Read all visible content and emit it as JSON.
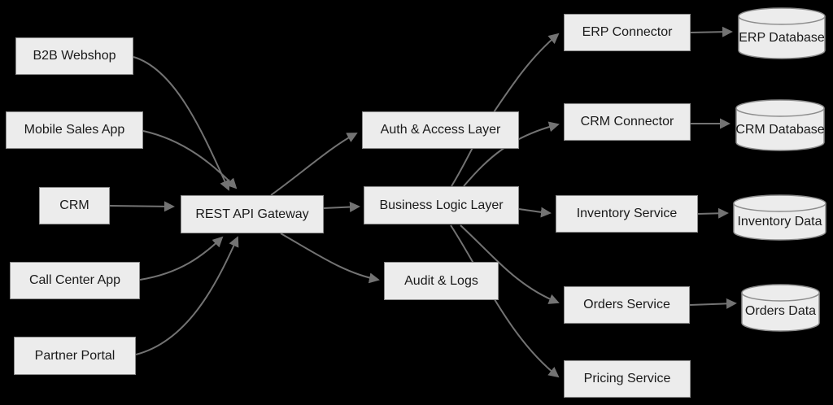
{
  "diagram": {
    "type": "flowchart",
    "direction": "LR",
    "colors": {
      "background": "#000000",
      "node_fill": "#ececec",
      "node_border": "#8c8c8c",
      "edge": "#737373",
      "text": "#1a1a1a"
    },
    "nodes": {
      "b2b_webshop": {
        "label": "B2B Webshop",
        "shape": "rectangle"
      },
      "mobile_sales_app": {
        "label": "Mobile Sales App",
        "shape": "rectangle"
      },
      "crm": {
        "label": "CRM",
        "shape": "rectangle"
      },
      "call_center_app": {
        "label": "Call Center App",
        "shape": "rectangle"
      },
      "partner_portal": {
        "label": "Partner Portal",
        "shape": "rectangle"
      },
      "rest_api_gateway": {
        "label": "REST API Gateway",
        "shape": "rectangle"
      },
      "auth_access_layer": {
        "label": "Auth & Access Layer",
        "shape": "rectangle"
      },
      "business_logic_layer": {
        "label": "Business Logic Layer",
        "shape": "rectangle"
      },
      "audit_logs": {
        "label": "Audit & Logs",
        "shape": "rectangle"
      },
      "erp_connector": {
        "label": "ERP Connector",
        "shape": "rectangle"
      },
      "crm_connector": {
        "label": "CRM Connector",
        "shape": "rectangle"
      },
      "inventory_service": {
        "label": "Inventory Service",
        "shape": "rectangle"
      },
      "orders_service": {
        "label": "Orders Service",
        "shape": "rectangle"
      },
      "pricing_service": {
        "label": "Pricing Service",
        "shape": "rectangle"
      },
      "erp_database": {
        "label": "ERP Database",
        "shape": "cylinder"
      },
      "crm_database": {
        "label": "CRM Database",
        "shape": "cylinder"
      },
      "inventory_data": {
        "label": "Inventory Data",
        "shape": "cylinder"
      },
      "orders_data": {
        "label": "Orders Data",
        "shape": "cylinder"
      }
    },
    "edges": [
      {
        "from": "B2B Webshop",
        "to": "REST API Gateway"
      },
      {
        "from": "Mobile Sales App",
        "to": "REST API Gateway"
      },
      {
        "from": "CRM",
        "to": "REST API Gateway"
      },
      {
        "from": "Call Center App",
        "to": "REST API Gateway"
      },
      {
        "from": "Partner Portal",
        "to": "REST API Gateway"
      },
      {
        "from": "REST API Gateway",
        "to": "Auth & Access Layer"
      },
      {
        "from": "REST API Gateway",
        "to": "Business Logic Layer"
      },
      {
        "from": "REST API Gateway",
        "to": "Audit & Logs"
      },
      {
        "from": "Business Logic Layer",
        "to": "ERP Connector"
      },
      {
        "from": "Business Logic Layer",
        "to": "CRM Connector"
      },
      {
        "from": "Business Logic Layer",
        "to": "Inventory Service"
      },
      {
        "from": "Business Logic Layer",
        "to": "Orders Service"
      },
      {
        "from": "Business Logic Layer",
        "to": "Pricing Service"
      },
      {
        "from": "ERP Connector",
        "to": "ERP Database"
      },
      {
        "from": "CRM Connector",
        "to": "CRM Database"
      },
      {
        "from": "Inventory Service",
        "to": "Inventory Data"
      },
      {
        "from": "Orders Service",
        "to": "Orders Data"
      }
    ]
  }
}
